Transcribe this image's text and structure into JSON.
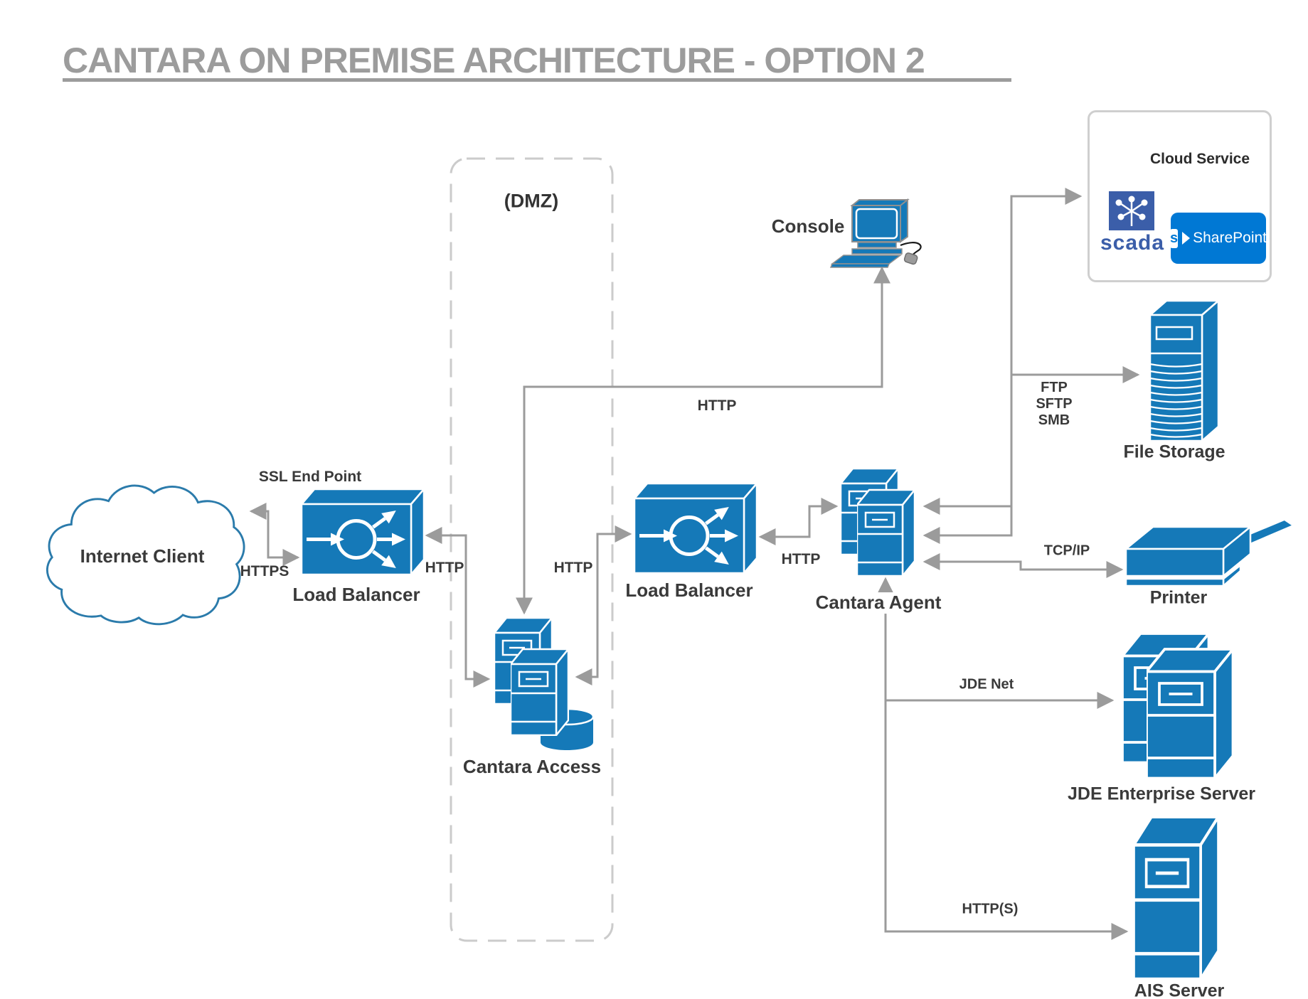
{
  "title": {
    "text": "CANTARA ON PREMISE ARCHITECTURE - OPTION 2"
  },
  "zones": {
    "dmz": "(DMZ)",
    "cloud_service": "Cloud Service"
  },
  "nodes": {
    "internet_client": "Internet Client",
    "load_balancer_1": "Load Balancer",
    "cantara_access": "Cantara Access",
    "load_balancer_2": "Load Balancer",
    "cantara_agent": "Cantara Agent",
    "console": "Console",
    "file_storage": "File Storage",
    "printer": "Printer",
    "jde_enterprise_server": "JDE Enterprise Server",
    "ais_server": "AIS Server"
  },
  "logos": {
    "scada": "scada",
    "sharepoint": "SharePoint",
    "sharepoint_initial": "s"
  },
  "links": {
    "ssl_end_point": "SSL End Point",
    "https": "HTTPS",
    "http_lb1_access": "HTTP",
    "http_access_lb2": "HTTP",
    "http_console": "HTTP",
    "http_lb2_agent": "HTTP",
    "file_protocols": [
      "FTP",
      "SFTP",
      "SMB"
    ],
    "tcpip": "TCP/IP",
    "jde_net": "JDE Net",
    "https_ais": "HTTP(S)"
  },
  "colors": {
    "primary_blue": "#1579b8",
    "line_gray": "#9b9b9b",
    "dmz_dash_gray": "#cbcbcb",
    "title_gray": "#9c9c9c",
    "label_dark": "#3a3a3a",
    "scada_blue": "#3b5ea9",
    "sharepoint_blue": "#0078d4",
    "cloud_outline_blue": "#2b7bab"
  }
}
